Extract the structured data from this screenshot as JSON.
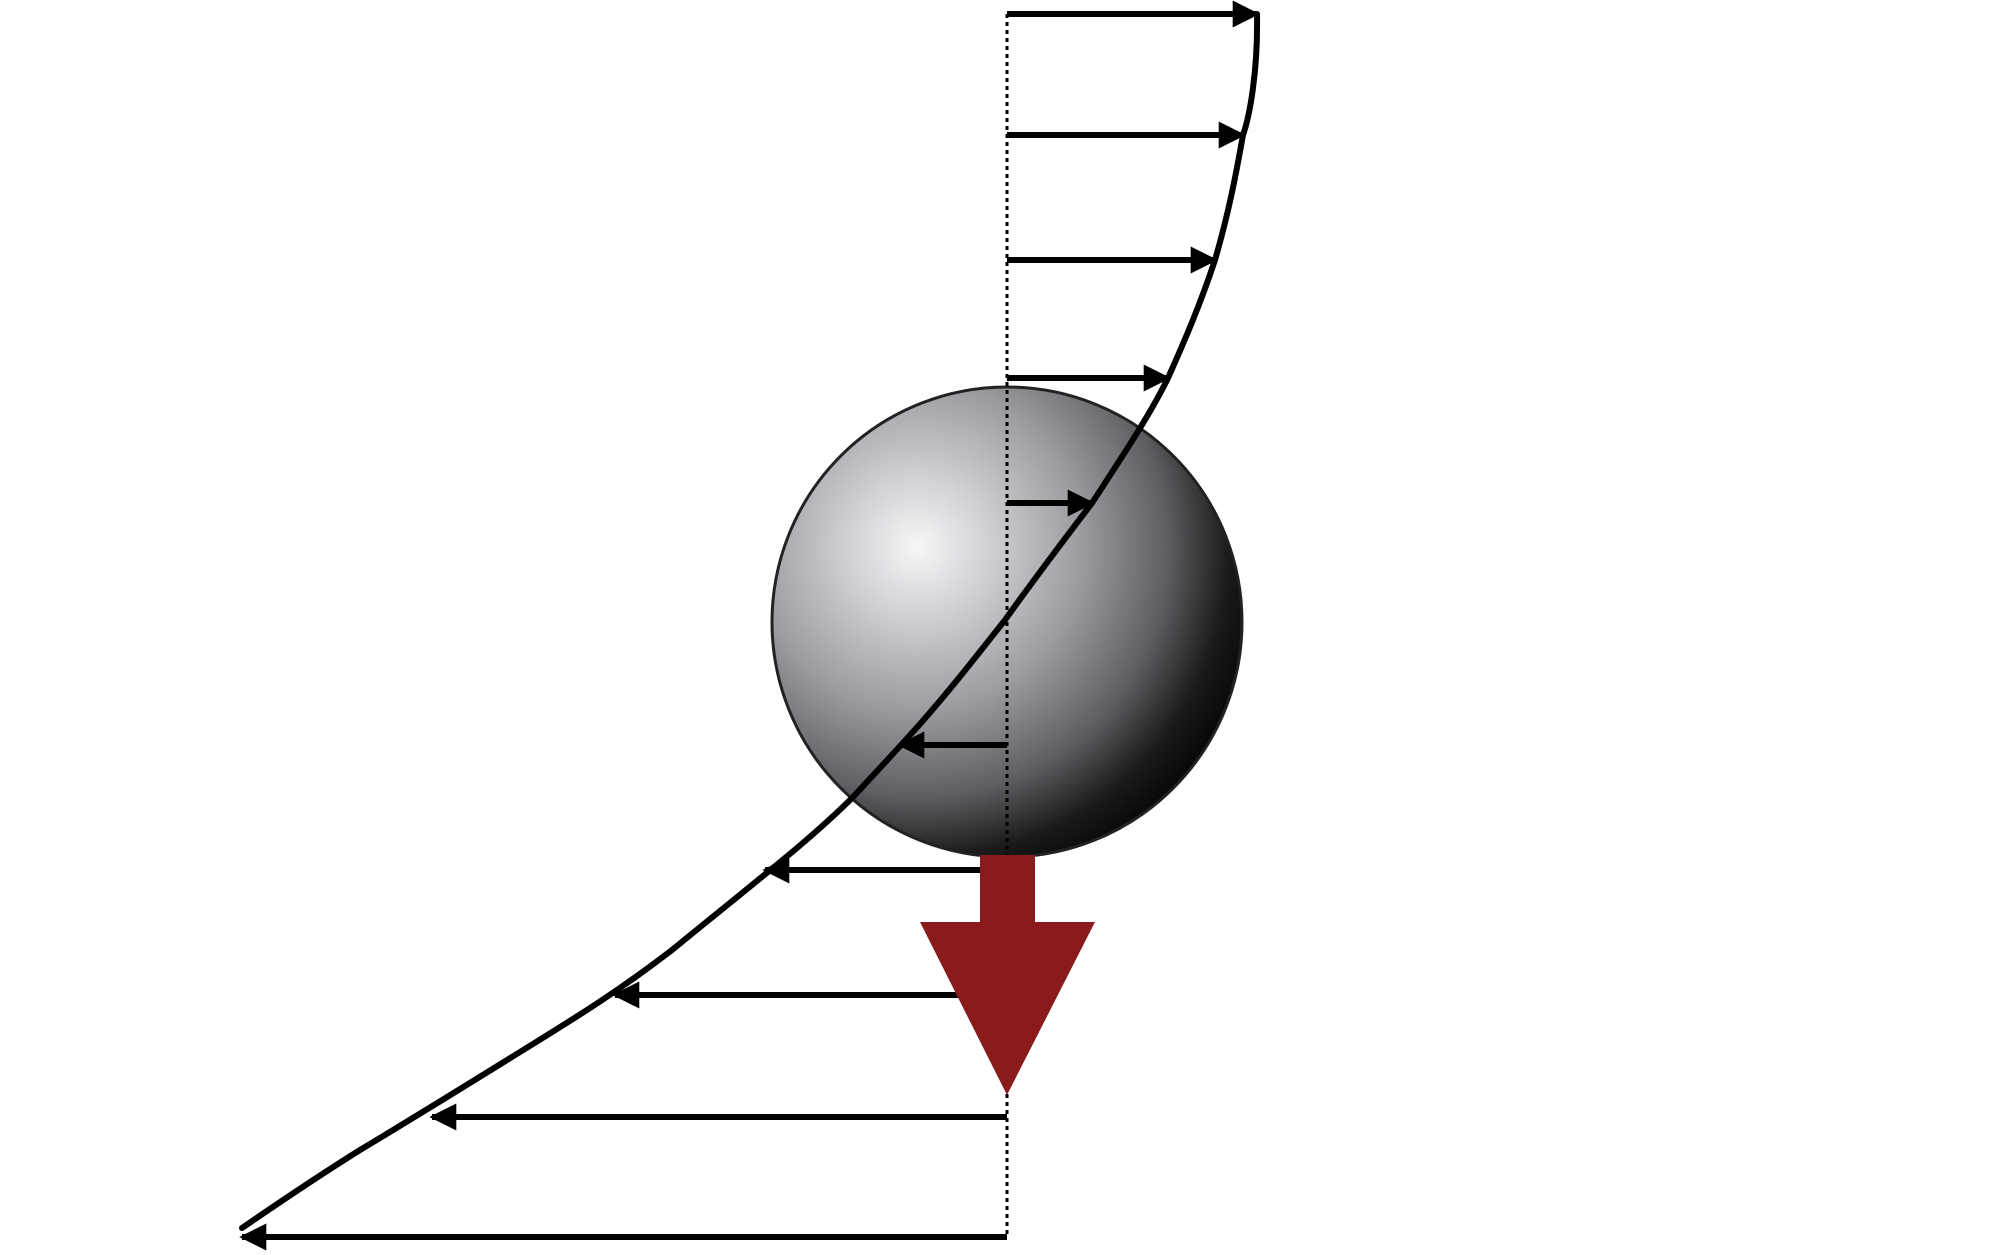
{
  "diagram": {
    "description_free": true,
    "colors": {
      "background": "#ffffff",
      "profile_line": "#000000",
      "velocity_arrows": "#000000",
      "axis_dotted_line": "#000000",
      "force_arrow": "#8b1a1d",
      "sphere_highlight": "#f4f4f6",
      "sphere_mid": "#8a8b8e",
      "sphere_shadow": "#000000",
      "sphere_outline": "#222222"
    },
    "elements": {
      "sphere": "particle-sphere",
      "profile": "velocity-profile-curve",
      "axis": "centerline-dotted-axis",
      "force": "downward-force-arrow",
      "velocity_vectors": "shear-velocity-arrows"
    },
    "velocity_arrow_count": 10,
    "rightward_arrow_count": 5,
    "leftward_arrow_count": 5
  }
}
